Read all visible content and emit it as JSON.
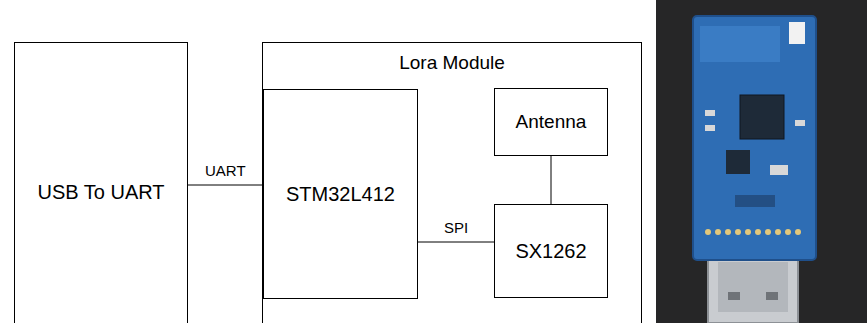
{
  "diagram": {
    "nodes": [
      {
        "text": [
          "USB To UART"
        ]
      },
      {
        "text": [
          "Lora Module"
        ]
      },
      {
        "text": [
          "STM32L412"
        ],
        "in": 1
      },
      {
        "text": [
          "Antenna"
        ],
        "in": 1
      },
      {
        "text": [
          "SX1262"
        ],
        "in": 1
      }
    ],
    "edges": [
      {
        "from": 0,
        "to": 2,
        "arrow": "none",
        "label": "UART"
      },
      {
        "from": 2,
        "to": 4,
        "arrow": "none",
        "label": "SPI"
      },
      {
        "from": 3,
        "to": 4,
        "arrow": "none"
      }
    ]
  }
}
